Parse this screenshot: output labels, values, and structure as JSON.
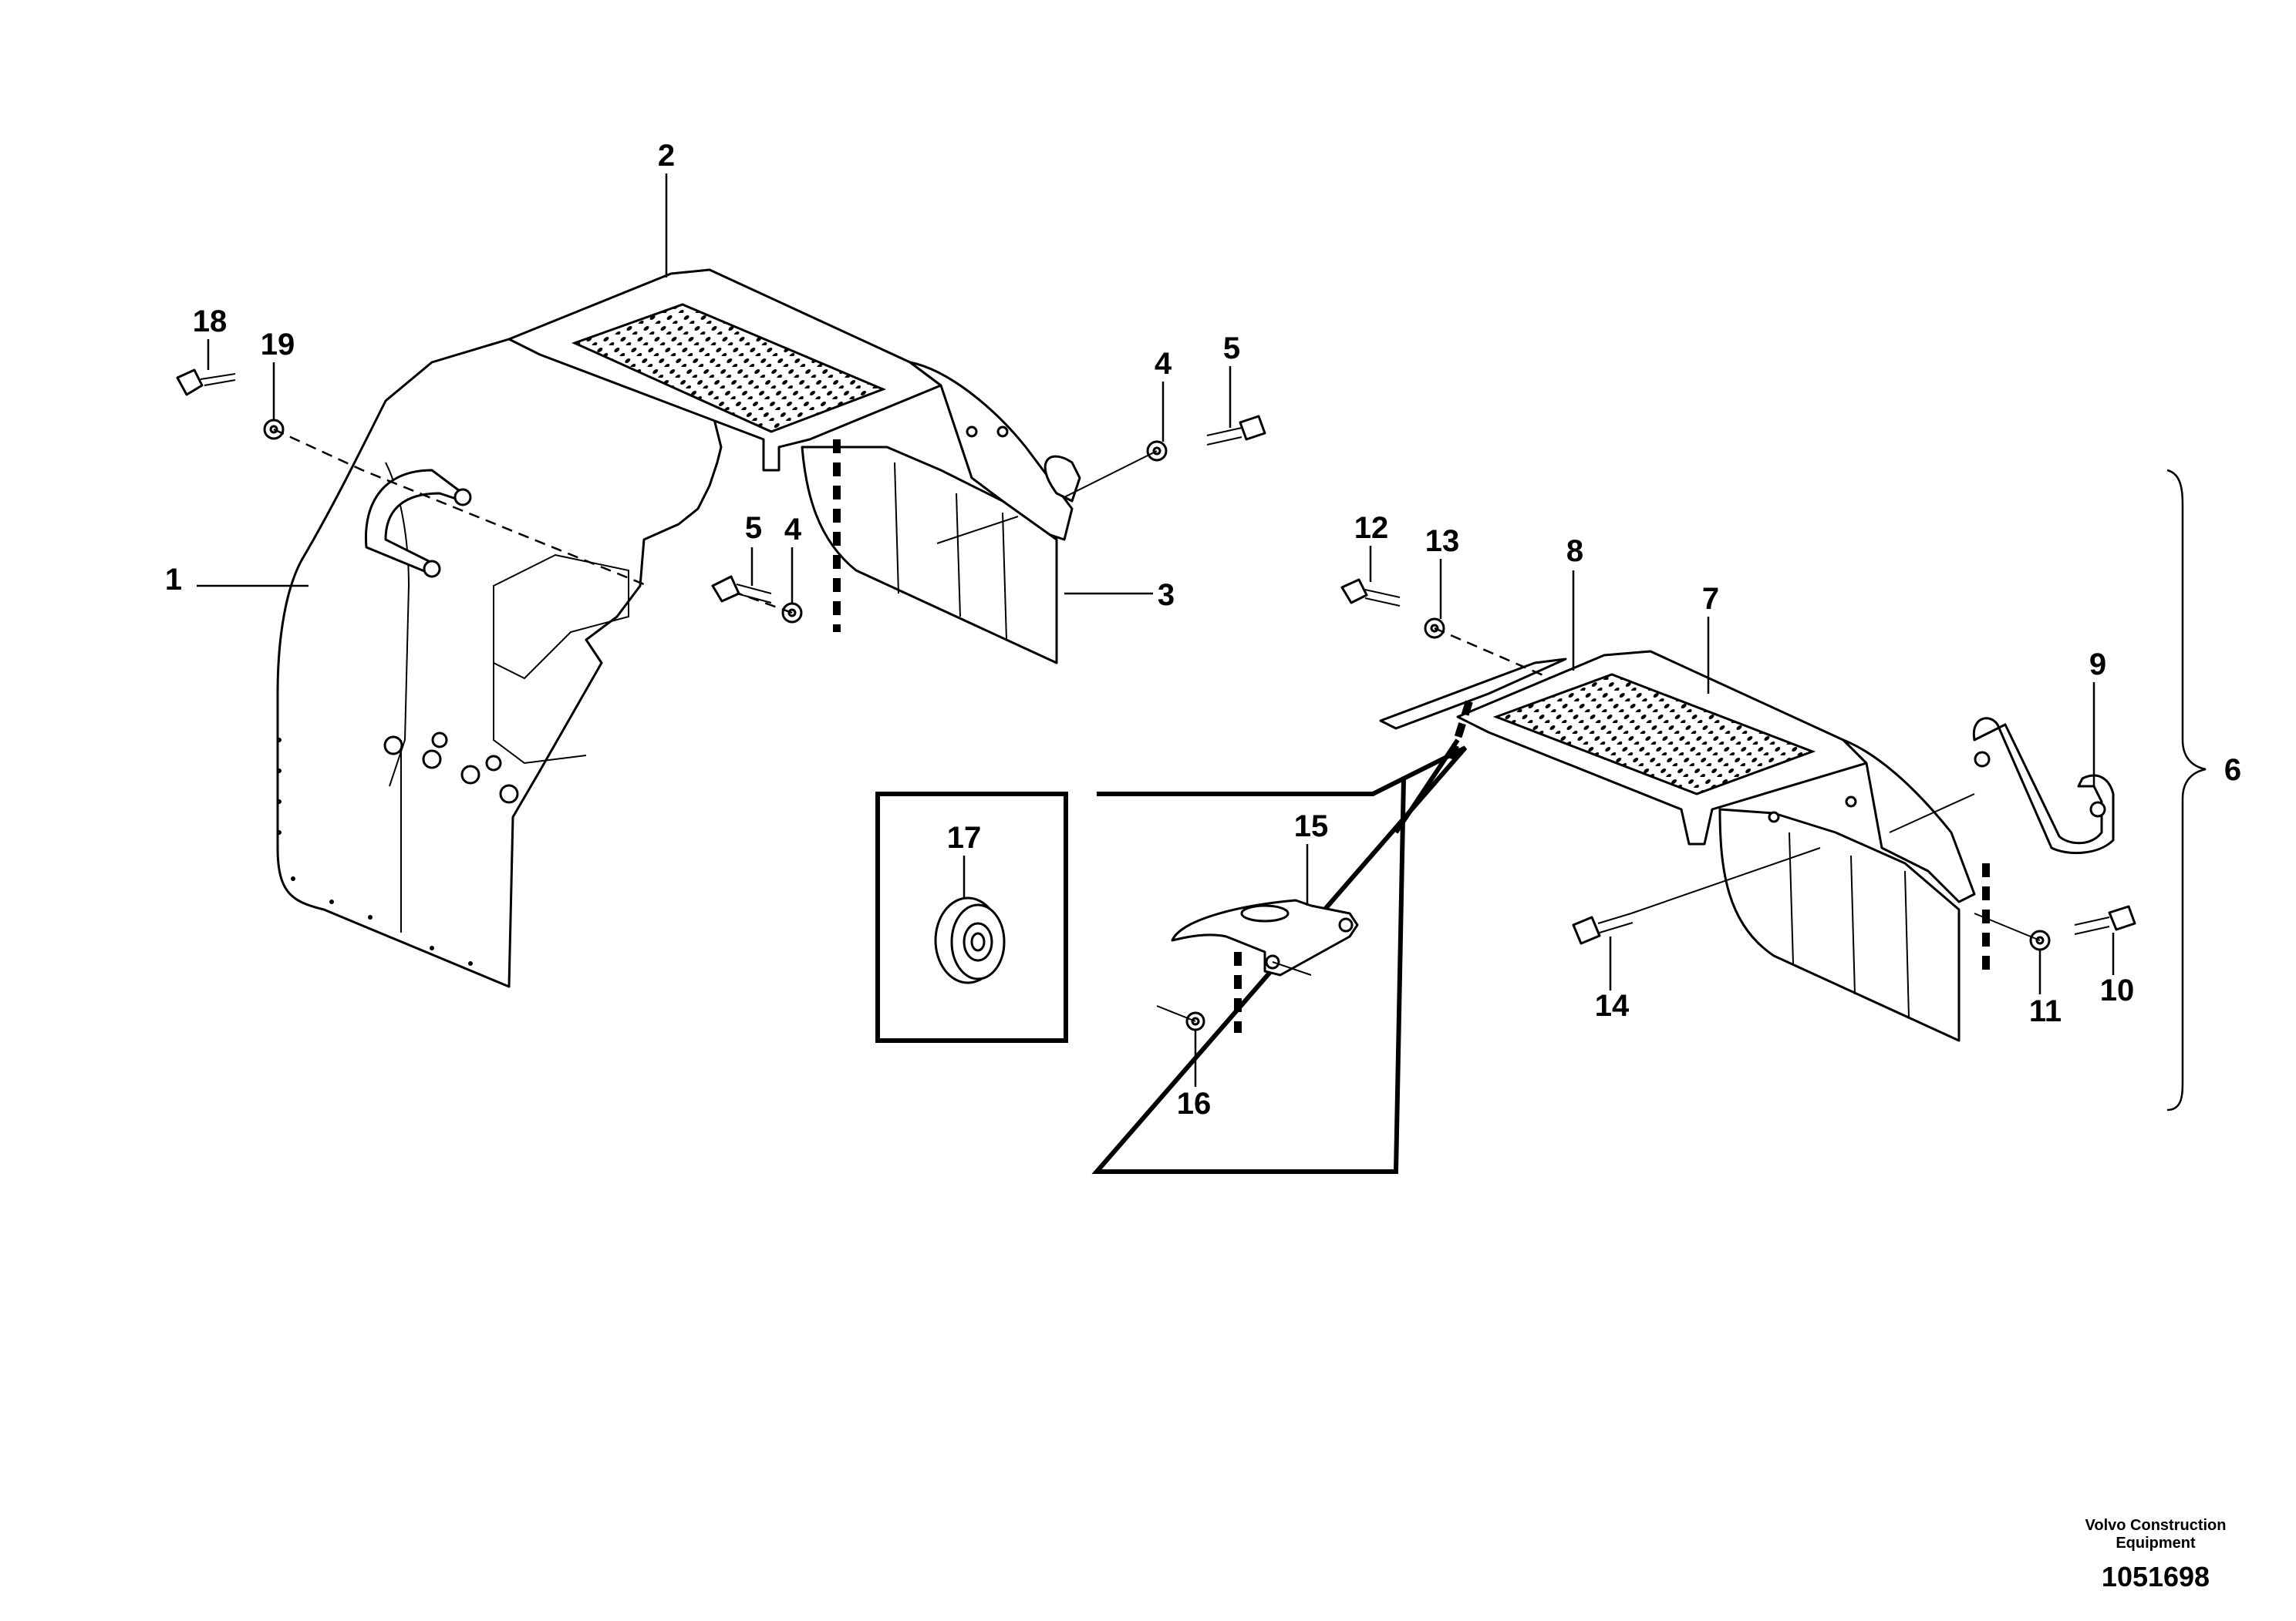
{
  "callouts": [
    "1",
    "2",
    "3",
    "4",
    "5",
    "6",
    "7",
    "8",
    "9",
    "10",
    "11",
    "12",
    "13",
    "14",
    "15",
    "16",
    "17",
    "18",
    "19"
  ],
  "brand_line1": "Volvo Construction",
  "brand_line2": "Equipment",
  "document_number": "1051698",
  "icons": [
    "fender-assembly",
    "step-plate",
    "mud-flap",
    "hex-bolt",
    "washer",
    "grab-handle",
    "bracket",
    "rubber-buffer"
  ]
}
